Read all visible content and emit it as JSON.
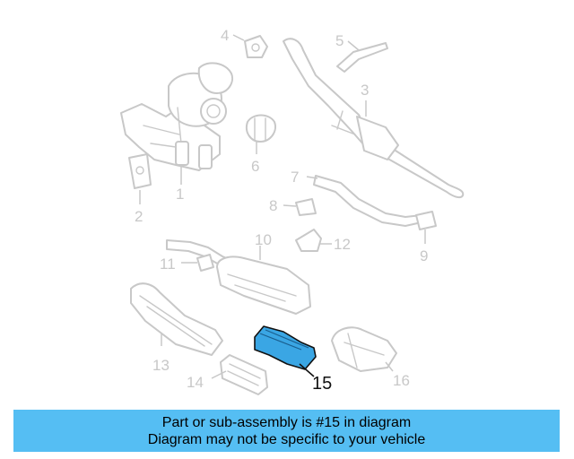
{
  "diagram": {
    "callouts": [
      {
        "id": "1",
        "label": "1"
      },
      {
        "id": "2",
        "label": "2"
      },
      {
        "id": "3",
        "label": "3"
      },
      {
        "id": "4",
        "label": "4"
      },
      {
        "id": "5",
        "label": "5"
      },
      {
        "id": "6",
        "label": "6"
      },
      {
        "id": "7",
        "label": "7"
      },
      {
        "id": "8",
        "label": "8"
      },
      {
        "id": "9",
        "label": "9"
      },
      {
        "id": "10",
        "label": "10"
      },
      {
        "id": "11",
        "label": "11"
      },
      {
        "id": "12",
        "label": "12"
      },
      {
        "id": "13",
        "label": "13"
      },
      {
        "id": "14",
        "label": "14"
      },
      {
        "id": "15",
        "label": "15"
      },
      {
        "id": "16",
        "label": "16"
      }
    ],
    "highlighted_part": "15",
    "colors": {
      "highlight": "#3aa6e4",
      "line": "#c8c8c8",
      "banner": "#55bef3"
    }
  },
  "banner": {
    "line1": "Part or sub-assembly is #15 in diagram",
    "line2": "Diagram may not be specific to your vehicle"
  }
}
